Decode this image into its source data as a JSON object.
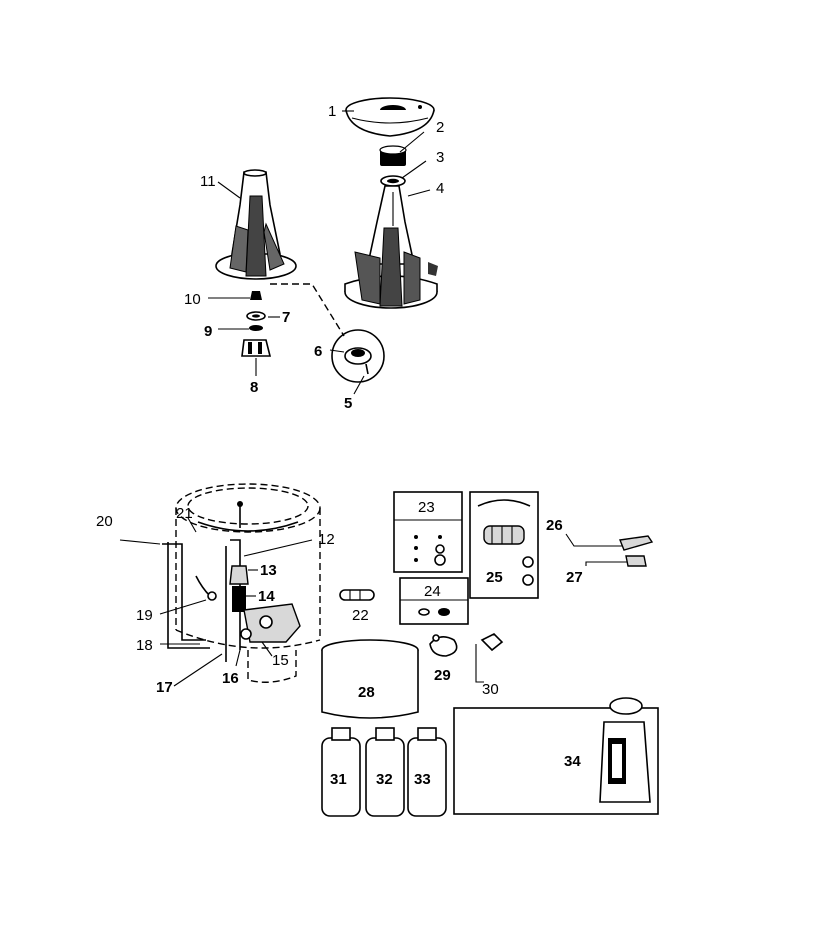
{
  "diagram": {
    "parts": [
      {
        "id": "part-1",
        "label": "1"
      },
      {
        "id": "part-2",
        "label": "2"
      },
      {
        "id": "part-3",
        "label": "3"
      },
      {
        "id": "part-4",
        "label": "4"
      },
      {
        "id": "part-5",
        "label": "5"
      },
      {
        "id": "part-6",
        "label": "6"
      },
      {
        "id": "part-7",
        "label": "7"
      },
      {
        "id": "part-8",
        "label": "8"
      },
      {
        "id": "part-9",
        "label": "9"
      },
      {
        "id": "part-10",
        "label": "10"
      },
      {
        "id": "part-11",
        "label": "11"
      },
      {
        "id": "part-12",
        "label": "12"
      },
      {
        "id": "part-13",
        "label": "13"
      },
      {
        "id": "part-14",
        "label": "14"
      },
      {
        "id": "part-15",
        "label": "15"
      },
      {
        "id": "part-16",
        "label": "16"
      },
      {
        "id": "part-17",
        "label": "17"
      },
      {
        "id": "part-18",
        "label": "18"
      },
      {
        "id": "part-19",
        "label": "19"
      },
      {
        "id": "part-20",
        "label": "20"
      },
      {
        "id": "part-21",
        "label": "21"
      },
      {
        "id": "part-22",
        "label": "22"
      },
      {
        "id": "part-23",
        "label": "23"
      },
      {
        "id": "part-24",
        "label": "24"
      },
      {
        "id": "part-25",
        "label": "25"
      },
      {
        "id": "part-26",
        "label": "26"
      },
      {
        "id": "part-27",
        "label": "27"
      },
      {
        "id": "part-28",
        "label": "28"
      },
      {
        "id": "part-29",
        "label": "29"
      },
      {
        "id": "part-30",
        "label": "30"
      },
      {
        "id": "part-31",
        "label": "31"
      },
      {
        "id": "part-32",
        "label": "32"
      },
      {
        "id": "part-33",
        "label": "33"
      },
      {
        "id": "part-34",
        "label": "34"
      }
    ]
  }
}
